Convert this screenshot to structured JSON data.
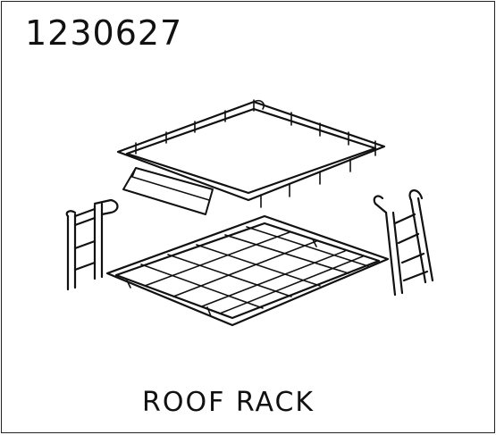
{
  "header": {
    "part_number": "1230627"
  },
  "footer": {
    "caption": "ROOF RACK"
  },
  "colors": {
    "line": "#111111",
    "background": "#ffffff"
  },
  "parts": [
    "upper-rail-frame",
    "wind-deflector",
    "lower-grid-basket",
    "left-ladder",
    "right-ladder"
  ]
}
